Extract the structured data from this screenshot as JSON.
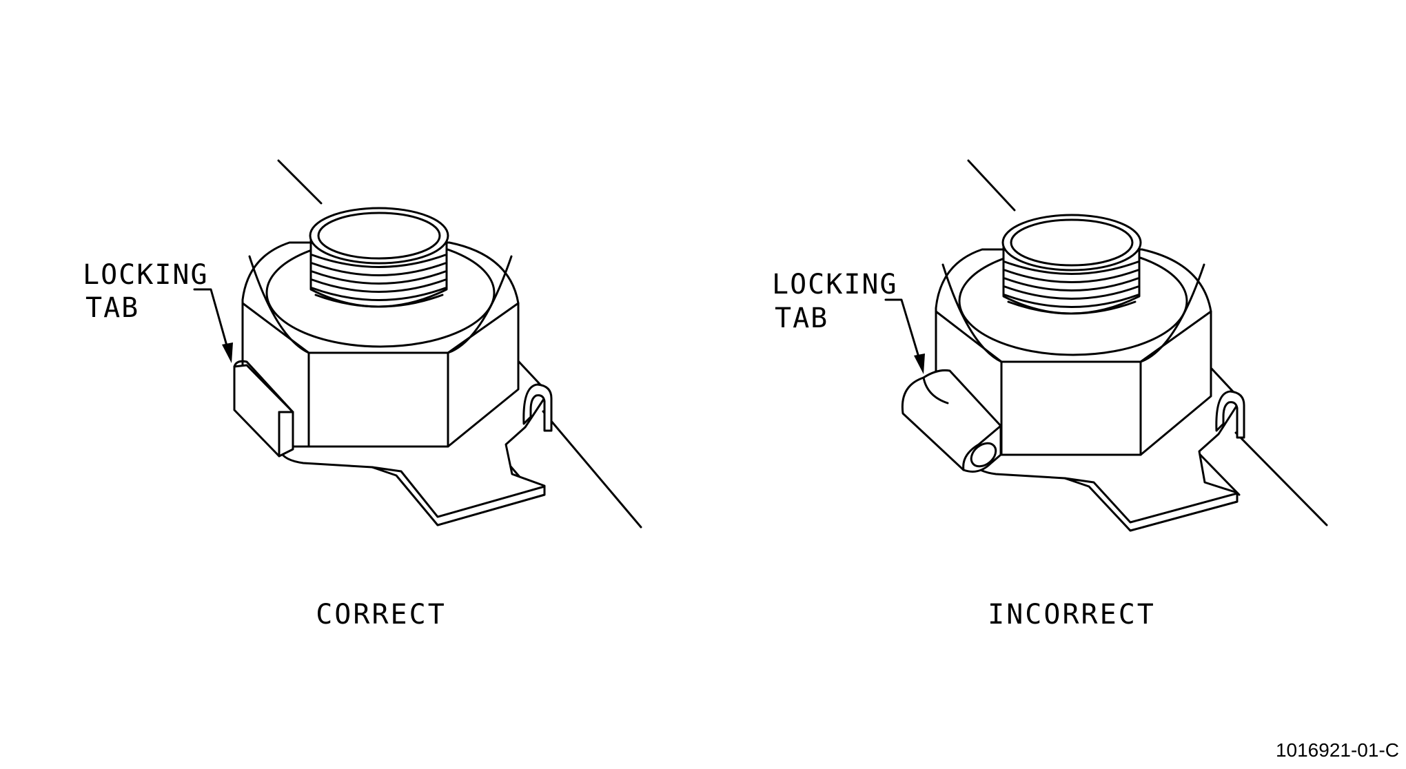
{
  "panels": [
    {
      "locking_tab_label_line1": "LOCKING",
      "locking_tab_label_line2": "TAB",
      "caption": "CORRECT"
    },
    {
      "locking_tab_label_line1": "LOCKING",
      "locking_tab_label_line2": "TAB",
      "caption": "INCORRECT"
    }
  ],
  "figure_id": "1016921-01-C"
}
